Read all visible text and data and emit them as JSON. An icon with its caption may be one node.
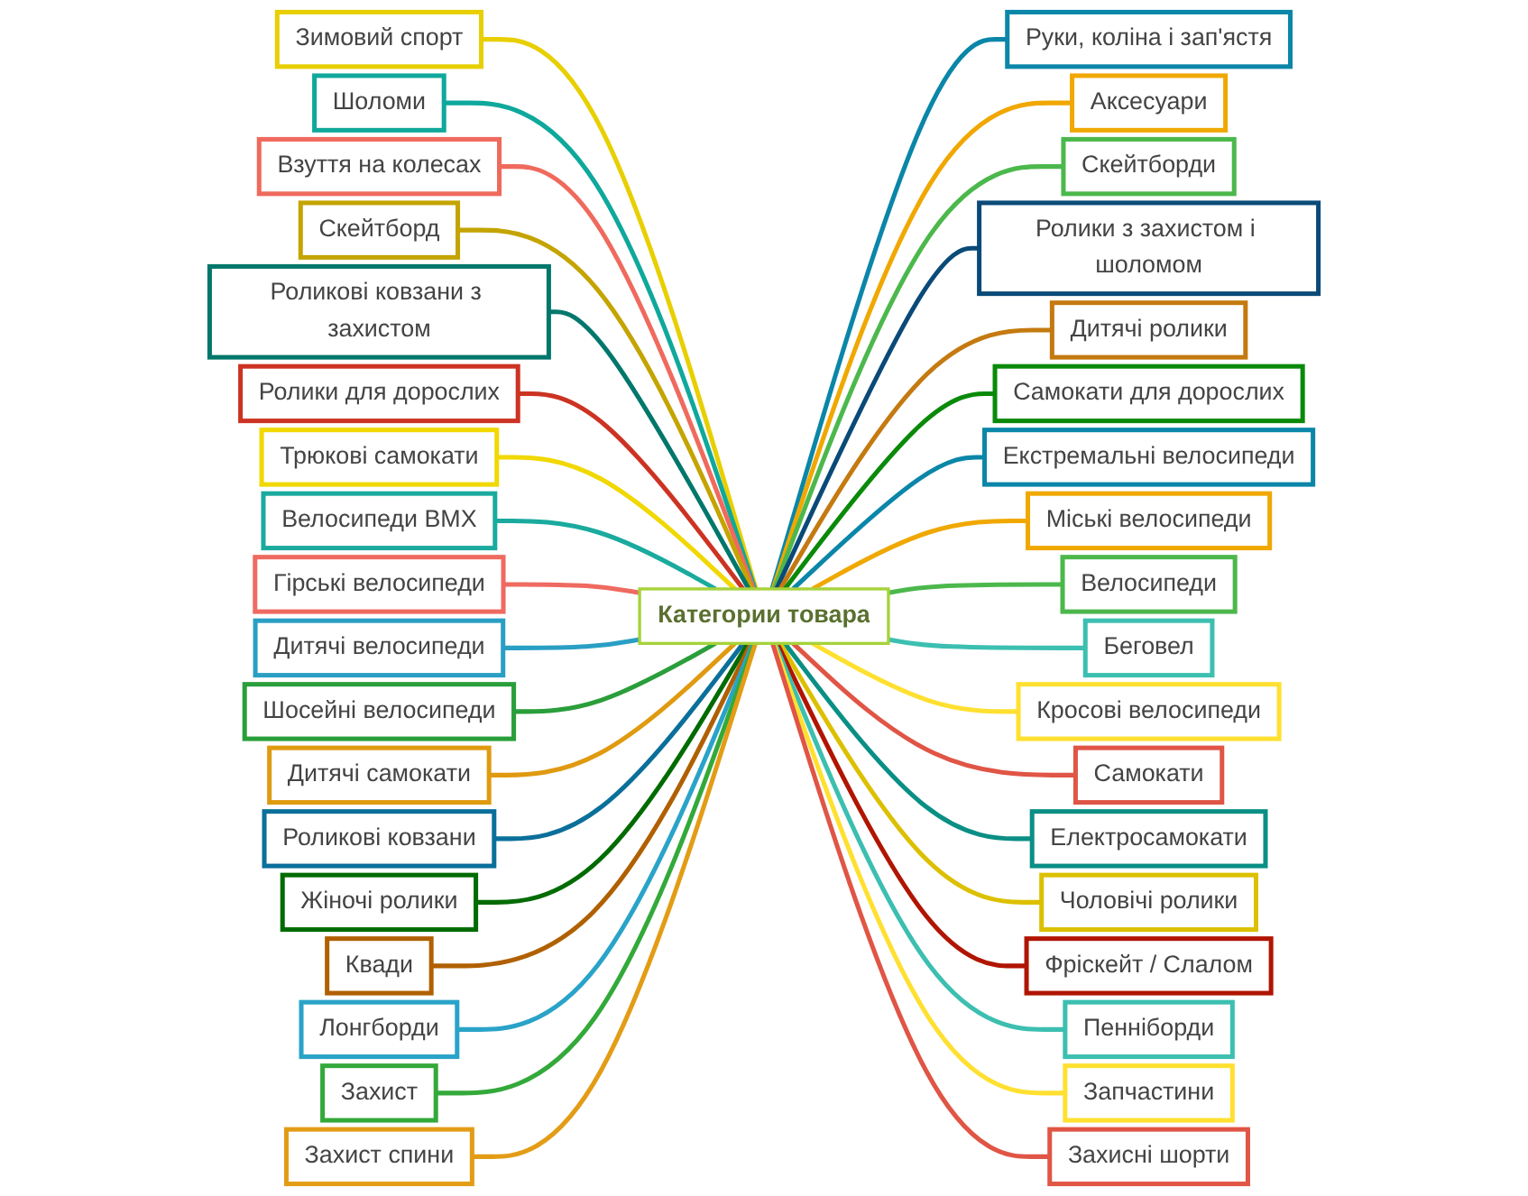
{
  "diagram": {
    "nodes": [
      {
        "text": [
          "Категории товара"
        ]
      },
      {
        "text": [
          "Зимовий спорт"
        ]
      },
      {
        "text": [
          "Шоломи"
        ]
      },
      {
        "text": [
          "Взуття на колесах"
        ]
      },
      {
        "text": [
          "Скейтборд"
        ]
      },
      {
        "text": [
          "Роликові ковзани з захистом"
        ]
      },
      {
        "text": [
          "Ролики для дорослих"
        ]
      },
      {
        "text": [
          "Трюкові самокати"
        ]
      },
      {
        "text": [
          "Велосипеди BMX"
        ]
      },
      {
        "text": [
          "Гірські велосипеди"
        ]
      },
      {
        "text": [
          "Дитячі велосипеди"
        ]
      },
      {
        "text": [
          "Шосейні велосипеди"
        ]
      },
      {
        "text": [
          "Дитячі самокати"
        ]
      },
      {
        "text": [
          "Роликові ковзани"
        ]
      },
      {
        "text": [
          "Жіночі ролики"
        ]
      },
      {
        "text": [
          "Квади"
        ]
      },
      {
        "text": [
          "Лонгборди"
        ]
      },
      {
        "text": [
          "Захист"
        ]
      },
      {
        "text": [
          "Захист спини"
        ]
      },
      {
        "text": [
          "Руки, коліна і зап'ястя"
        ]
      },
      {
        "text": [
          "Аксесуари"
        ]
      },
      {
        "text": [
          "Скейтборди"
        ]
      },
      {
        "text": [
          "Ролики з захистом і шоломом"
        ]
      },
      {
        "text": [
          "Дитячі ролики"
        ]
      },
      {
        "text": [
          "Самокати для дорослих"
        ]
      },
      {
        "text": [
          "Екстремальні велосипеди"
        ]
      },
      {
        "text": [
          "Міські велосипеди"
        ]
      },
      {
        "text": [
          "Велосипеди"
        ]
      },
      {
        "text": [
          "Беговел"
        ]
      },
      {
        "text": [
          "Кросові велосипеди"
        ]
      },
      {
        "text": [
          "Самокати"
        ]
      },
      {
        "text": [
          "Електросамокати"
        ]
      },
      {
        "text": [
          "Чоловічі ролики"
        ]
      },
      {
        "text": [
          "Фріскейт / Слалом"
        ]
      },
      {
        "text": [
          "Пенніборди"
        ]
      },
      {
        "text": [
          "Запчастини"
        ]
      },
      {
        "text": [
          "Захисні шорти"
        ]
      }
    ],
    "edges": [
      {
        "from": 1,
        "to": 0,
        "arrow": "none",
        "color": "#e8cf00"
      },
      {
        "from": 2,
        "to": 0,
        "arrow": "none",
        "color": "#0fa89c"
      },
      {
        "from": 3,
        "to": 0,
        "arrow": "none",
        "color": "#ef6a5d"
      },
      {
        "from": 4,
        "to": 0,
        "arrow": "none",
        "color": "#c4a400"
      },
      {
        "from": 5,
        "to": 0,
        "arrow": "none",
        "color": "#00776b"
      },
      {
        "from": 6,
        "to": 0,
        "arrow": "none",
        "color": "#cc3322"
      },
      {
        "from": 7,
        "to": 0,
        "arrow": "none",
        "color": "#f0d800"
      },
      {
        "from": 8,
        "to": 0,
        "arrow": "none",
        "color": "#1aaa9e"
      },
      {
        "from": 9,
        "to": 0,
        "arrow": "none",
        "color": "#ef6a60"
      },
      {
        "from": 10,
        "to": 0,
        "arrow": "none",
        "color": "#2a9fc4"
      },
      {
        "from": 11,
        "to": 0,
        "arrow": "none",
        "color": "#2a9e3a"
      },
      {
        "from": 12,
        "to": 0,
        "arrow": "none",
        "color": "#e09a10"
      },
      {
        "from": 13,
        "to": 0,
        "arrow": "none",
        "color": "#0a6f9a"
      },
      {
        "from": 14,
        "to": 0,
        "arrow": "none",
        "color": "#006b00"
      },
      {
        "from": 15,
        "to": 0,
        "arrow": "none",
        "color": "#b06000"
      },
      {
        "from": 16,
        "to": 0,
        "arrow": "none",
        "color": "#2aa3c8"
      },
      {
        "from": 17,
        "to": 0,
        "arrow": "none",
        "color": "#33a93a"
      },
      {
        "from": 18,
        "to": 0,
        "arrow": "none",
        "color": "#e39c15"
      },
      {
        "from": 0,
        "to": 19,
        "arrow": "none",
        "color": "#0a86a8"
      },
      {
        "from": 0,
        "to": 20,
        "arrow": "none",
        "color": "#f0a800"
      },
      {
        "from": 0,
        "to": 21,
        "arrow": "none",
        "color": "#4cb84c"
      },
      {
        "from": 0,
        "to": 22,
        "arrow": "none",
        "color": "#0a4a78"
      },
      {
        "from": 0,
        "to": 23,
        "arrow": "none",
        "color": "#c47a10"
      },
      {
        "from": 0,
        "to": 24,
        "arrow": "none",
        "color": "#0a8a0a"
      },
      {
        "from": 0,
        "to": 25,
        "arrow": "none",
        "color": "#0a86a8"
      },
      {
        "from": 0,
        "to": 26,
        "arrow": "none",
        "color": "#f0a800"
      },
      {
        "from": 0,
        "to": 27,
        "arrow": "none",
        "color": "#4cb84c"
      },
      {
        "from": 0,
        "to": 28,
        "arrow": "none",
        "color": "#3cbfb0"
      },
      {
        "from": 0,
        "to": 29,
        "arrow": "none",
        "color": "#ffe030"
      },
      {
        "from": 0,
        "to": 30,
        "arrow": "none",
        "color": "#e05545"
      },
      {
        "from": 0,
        "to": 31,
        "arrow": "none",
        "color": "#0a8f85"
      },
      {
        "from": 0,
        "to": 32,
        "arrow": "none",
        "color": "#dcc000"
      },
      {
        "from": 0,
        "to": 33,
        "arrow": "none",
        "color": "#b01500"
      },
      {
        "from": 0,
        "to": 34,
        "arrow": "none",
        "color": "#3cbfb0"
      },
      {
        "from": 0,
        "to": 35,
        "arrow": "none",
        "color": "#ffe030"
      },
      {
        "from": 0,
        "to": 36,
        "arrow": "none",
        "color": "#e05545"
      }
    ]
  }
}
